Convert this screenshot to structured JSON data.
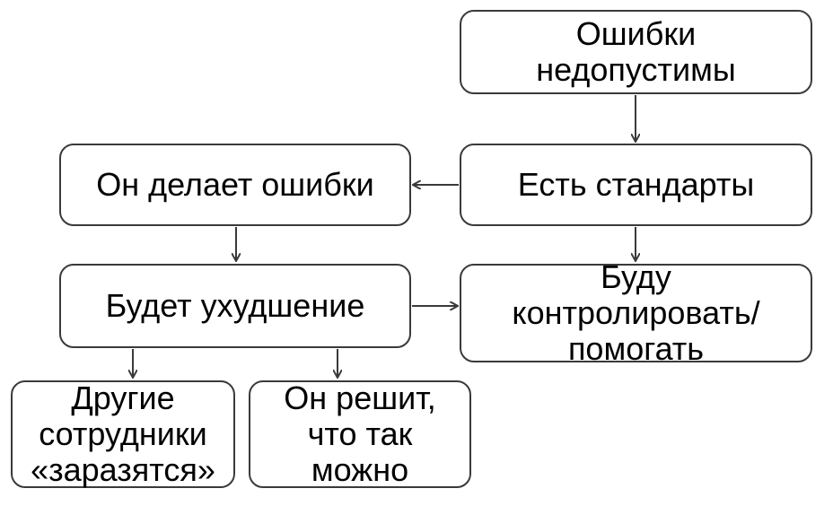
{
  "nodes": {
    "errors_unacceptable": "Ошибки\nнедопустимы",
    "has_standards": "Есть стандарты",
    "he_makes_errors": "Он делает ошибки",
    "will_worsen": "Будет ухудшение",
    "will_control": "Буду\nконтролировать/\nпомогать",
    "others_infected": "Другие\nсотрудники\n«заразятся»",
    "he_decides_ok": "Он решит,\nчто так\nможно"
  },
  "colors": {
    "border": "#3a3a3a",
    "arrow": "#3a3a3a",
    "text": "#000000",
    "background": "#ffffff"
  }
}
